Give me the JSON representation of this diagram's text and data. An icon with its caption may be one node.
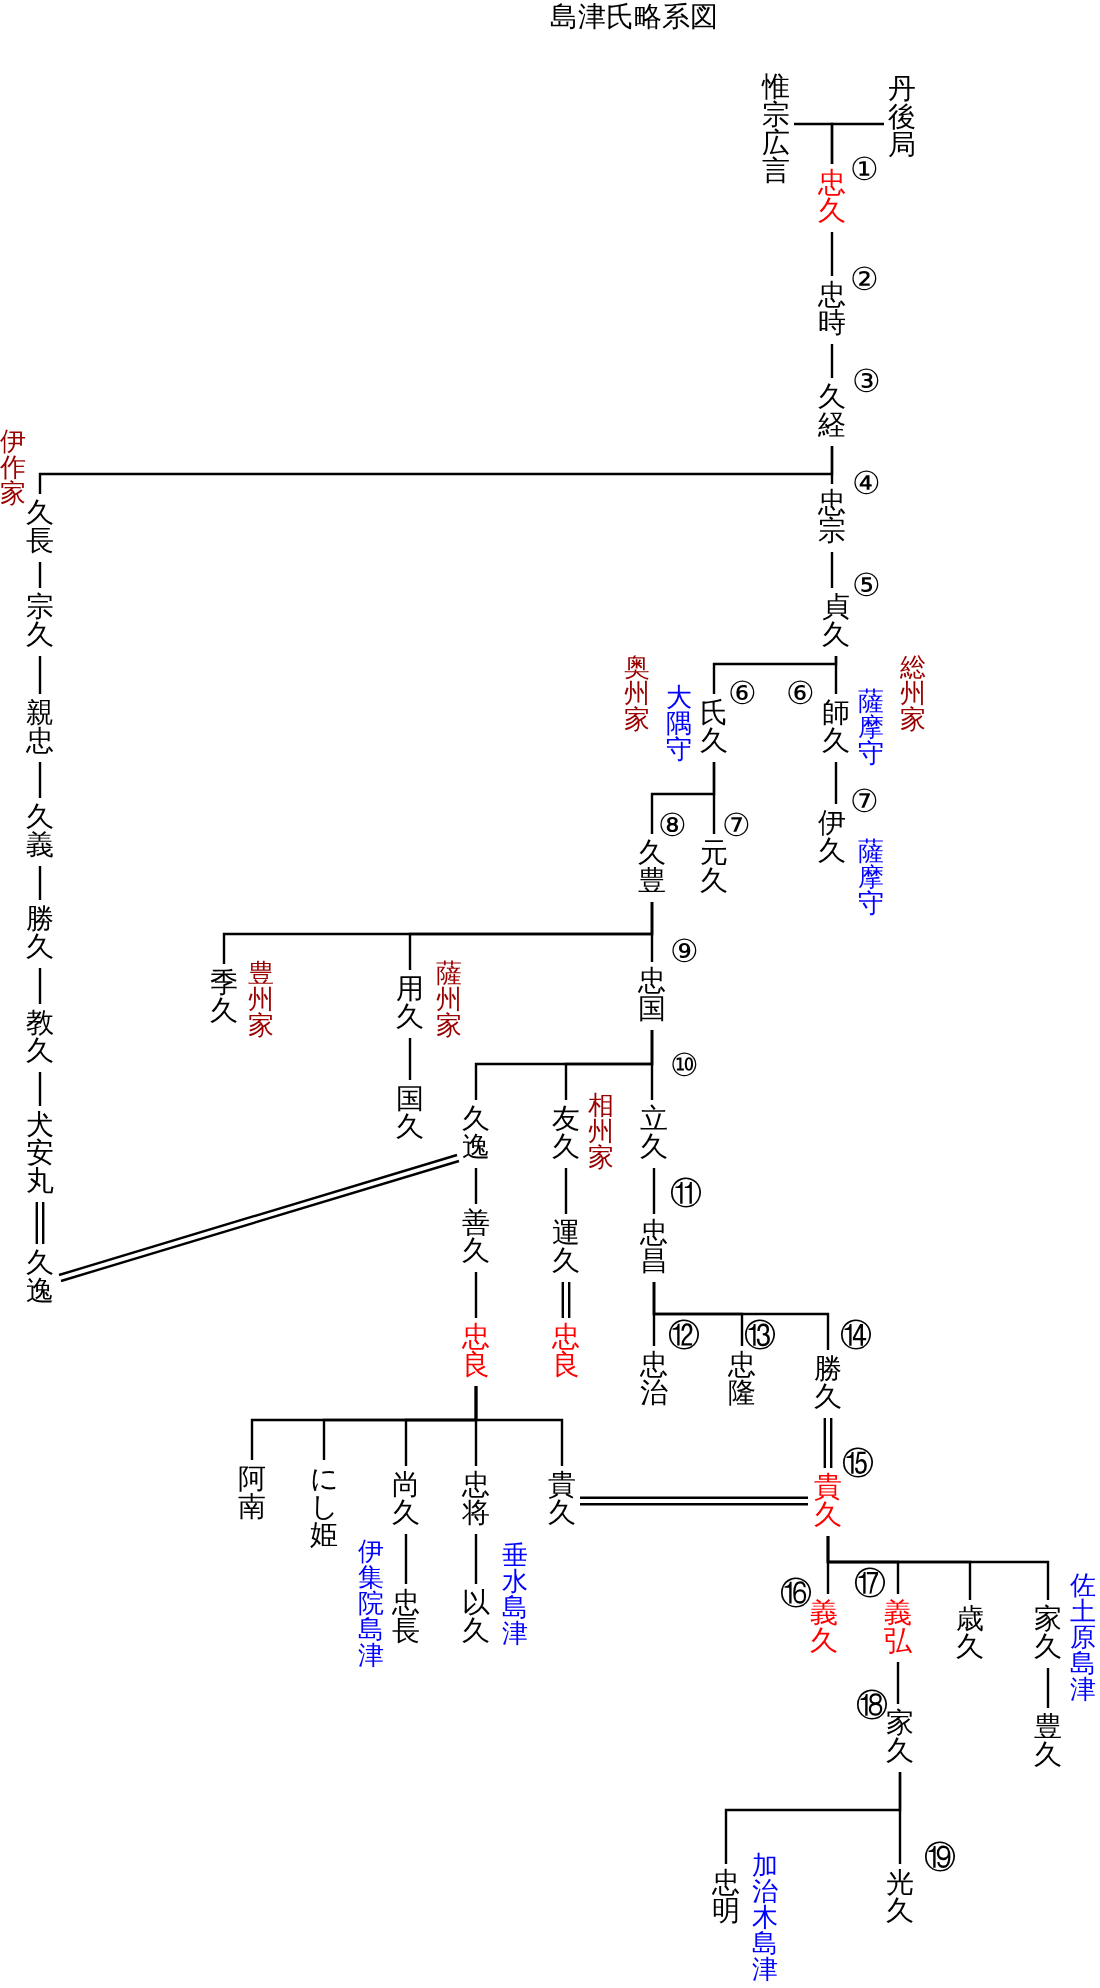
{
  "diagram": {
    "title": "島津氏略系図",
    "nodes": [
      {
        "text": [
          "惟宗広言"
        ]
      },
      {
        "text": [
          "丹後局"
        ]
      },
      {
        "text": [
          "忠久"
        ],
        "beside": [
          "①"
        ]
      },
      {
        "text": [
          "忠時"
        ],
        "beside": [
          "②"
        ]
      },
      {
        "text": [
          "久経"
        ],
        "beside": [
          "③"
        ]
      },
      {
        "text": [
          "忠宗"
        ],
        "beside": [
          "④"
        ]
      },
      {
        "text": [
          "貞久"
        ],
        "beside": [
          "⑤"
        ]
      },
      {
        "text": [
          "氏久"
        ],
        "beside": [
          "⑥",
          "奥州家",
          "大隅守"
        ]
      },
      {
        "text": [
          "師久"
        ],
        "beside": [
          "⑥",
          "薩摩守",
          "総州家"
        ]
      },
      {
        "text": [
          "伊久"
        ],
        "beside": [
          "⑦",
          "薩摩守"
        ]
      },
      {
        "text": [
          "久豊"
        ],
        "beside": [
          "⑧"
        ]
      },
      {
        "text": [
          "元久"
        ],
        "beside": [
          "⑦"
        ]
      },
      {
        "text": [
          "忠国"
        ],
        "beside": [
          "⑨"
        ]
      },
      {
        "text": [
          "季久"
        ],
        "beside": [
          "豊州家"
        ]
      },
      {
        "text": [
          "用久"
        ],
        "beside": [
          "薩州家"
        ]
      },
      {
        "text": [
          "国久"
        ]
      },
      {
        "text": [
          "久逸"
        ]
      },
      {
        "text": [
          "友久"
        ],
        "beside": [
          "相州家"
        ]
      },
      {
        "text": [
          "立久"
        ],
        "beside": [
          "⑩"
        ]
      },
      {
        "text": [
          "運久"
        ]
      },
      {
        "text": [
          "忠昌"
        ],
        "beside": [
          "⑪"
        ]
      },
      {
        "text": [
          "善久"
        ]
      },
      {
        "text": [
          "忠良"
        ]
      },
      {
        "text": [
          "忠良"
        ]
      },
      {
        "text": [
          "忠治"
        ],
        "beside": [
          "⑫"
        ]
      },
      {
        "text": [
          "忠隆"
        ],
        "beside": [
          "⑬"
        ]
      },
      {
        "text": [
          "勝久"
        ],
        "beside": [
          "⑭"
        ]
      },
      {
        "text": [
          "貴久"
        ],
        "beside": [
          "⑮"
        ]
      },
      {
        "text": [
          "久長"
        ],
        "beside": [
          "伊作家"
        ]
      },
      {
        "text": [
          "宗久"
        ]
      },
      {
        "text": [
          "親忠"
        ]
      },
      {
        "text": [
          "久義"
        ]
      },
      {
        "text": [
          "勝久"
        ]
      },
      {
        "text": [
          "教久"
        ]
      },
      {
        "text": [
          "犬安丸"
        ]
      },
      {
        "text": [
          "久逸"
        ]
      },
      {
        "text": [
          "阿南"
        ]
      },
      {
        "text": [
          "にし姫"
        ]
      },
      {
        "text": [
          "尚久"
        ]
      },
      {
        "text": [
          "忠将"
        ]
      },
      {
        "text": [
          "貴久"
        ]
      },
      {
        "text": [
          "忠長"
        ],
        "beside": [
          "伊集院島津"
        ]
      },
      {
        "text": [
          "以久"
        ],
        "beside": [
          "垂水島津"
        ]
      },
      {
        "text": [
          "義久"
        ],
        "beside": [
          "⑯"
        ]
      },
      {
        "text": [
          "義弘"
        ],
        "beside": [
          "⑰"
        ]
      },
      {
        "text": [
          "歳久"
        ]
      },
      {
        "text": [
          "家久"
        ],
        "beside": [
          "佐土原島津"
        ]
      },
      {
        "text": [
          "豊久"
        ]
      },
      {
        "text": [
          "家久"
        ],
        "beside": [
          "⑱"
        ]
      },
      {
        "text": [
          "忠明"
        ],
        "beside": [
          "加治木島津"
        ]
      },
      {
        "text": [
          "光久"
        ],
        "beside": [
          "⑲"
        ]
      }
    ],
    "edges": [
      {
        "from": 0,
        "to": 2,
        "arrow": "none"
      },
      {
        "from": 1,
        "to": 2,
        "arrow": "none"
      },
      {
        "from": 2,
        "to": 3,
        "arrow": "none"
      },
      {
        "from": 3,
        "to": 4,
        "arrow": "none"
      },
      {
        "from": 4,
        "to": 5,
        "arrow": "none"
      },
      {
        "from": 4,
        "to": 28,
        "arrow": "none"
      },
      {
        "from": 5,
        "to": 6,
        "arrow": "none"
      },
      {
        "from": 6,
        "to": 7,
        "arrow": "none"
      },
      {
        "from": 6,
        "to": 8,
        "arrow": "none"
      },
      {
        "from": 8,
        "to": 9,
        "arrow": "none"
      },
      {
        "from": 7,
        "to": 10,
        "arrow": "none"
      },
      {
        "from": 7,
        "to": 11,
        "arrow": "none"
      },
      {
        "from": 10,
        "to": 12,
        "arrow": "none"
      },
      {
        "from": 10,
        "to": 13,
        "arrow": "none"
      },
      {
        "from": 10,
        "to": 14,
        "arrow": "none"
      },
      {
        "from": 14,
        "to": 15,
        "arrow": "none"
      },
      {
        "from": 12,
        "to": 16,
        "arrow": "none"
      },
      {
        "from": 12,
        "to": 17,
        "arrow": "none"
      },
      {
        "from": 12,
        "to": 18,
        "arrow": "none"
      },
      {
        "from": 18,
        "to": 20,
        "arrow": "none"
      },
      {
        "from": 16,
        "to": 21,
        "arrow": "none"
      },
      {
        "from": 17,
        "to": 19,
        "arrow": "none"
      },
      {
        "from": 19,
        "to": 23,
        "arrow": "none"
      },
      {
        "from": 21,
        "to": 22,
        "arrow": "none"
      },
      {
        "from": 20,
        "to": 24,
        "arrow": "none"
      },
      {
        "from": 20,
        "to": 25,
        "arrow": "none"
      },
      {
        "from": 20,
        "to": 26,
        "arrow": "none"
      },
      {
        "from": 26,
        "to": 27,
        "arrow": "none"
      },
      {
        "from": 22,
        "to": 36,
        "arrow": "none"
      },
      {
        "from": 22,
        "to": 37,
        "arrow": "none"
      },
      {
        "from": 22,
        "to": 38,
        "arrow": "none"
      },
      {
        "from": 22,
        "to": 39,
        "arrow": "none"
      },
      {
        "from": 22,
        "to": 40,
        "arrow": "none"
      },
      {
        "from": 38,
        "to": 41,
        "arrow": "none"
      },
      {
        "from": 39,
        "to": 42,
        "arrow": "none"
      },
      {
        "from": 40,
        "to": 27,
        "arrow": "none"
      },
      {
        "from": 16,
        "to": 35,
        "arrow": "none"
      },
      {
        "from": 28,
        "to": 29,
        "arrow": "none"
      },
      {
        "from": 29,
        "to": 30,
        "arrow": "none"
      },
      {
        "from": 30,
        "to": 31,
        "arrow": "none"
      },
      {
        "from": 31,
        "to": 32,
        "arrow": "none"
      },
      {
        "from": 32,
        "to": 33,
        "arrow": "none"
      },
      {
        "from": 33,
        "to": 34,
        "arrow": "none"
      },
      {
        "from": 34,
        "to": 35,
        "arrow": "none"
      },
      {
        "from": 27,
        "to": 43,
        "arrow": "none"
      },
      {
        "from": 27,
        "to": 44,
        "arrow": "none"
      },
      {
        "from": 27,
        "to": 45,
        "arrow": "none"
      },
      {
        "from": 27,
        "to": 46,
        "arrow": "none"
      },
      {
        "from": 44,
        "to": 48,
        "arrow": "none"
      },
      {
        "from": 46,
        "to": 47,
        "arrow": "none"
      },
      {
        "from": 48,
        "to": 49,
        "arrow": "none"
      },
      {
        "from": 48,
        "to": 50,
        "arrow": "none"
      }
    ]
  }
}
